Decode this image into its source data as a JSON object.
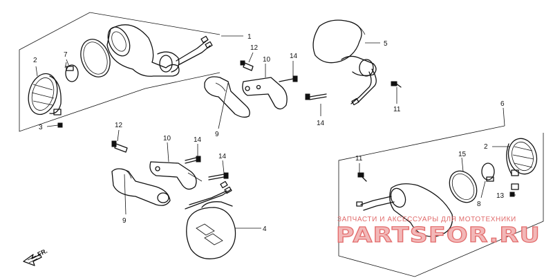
{
  "labels": {
    "l1": "1",
    "l2a": "2",
    "l7": "7",
    "l3": "3",
    "l12a": "12",
    "l10a": "10",
    "l14a": "14",
    "l9a": "9",
    "l5": "5",
    "l11a": "11",
    "l14b": "14",
    "l12b": "12",
    "l10b": "10",
    "l14c": "14",
    "l14d": "14",
    "l9b": "9",
    "l6": "6",
    "l2b": "2",
    "l15": "15",
    "l11b": "11",
    "l8": "8",
    "l13": "13",
    "l4": "4"
  },
  "direction_marker": "FR.",
  "watermark": {
    "top": "ЗАПЧАСТИ И АКСЕССУАРЫ ДЛЯ МОТОТЕХНИКИ",
    "brand": "PARTSFOR.RU"
  },
  "colors": {
    "line": "#111111",
    "watermark": "#e36d6d"
  }
}
